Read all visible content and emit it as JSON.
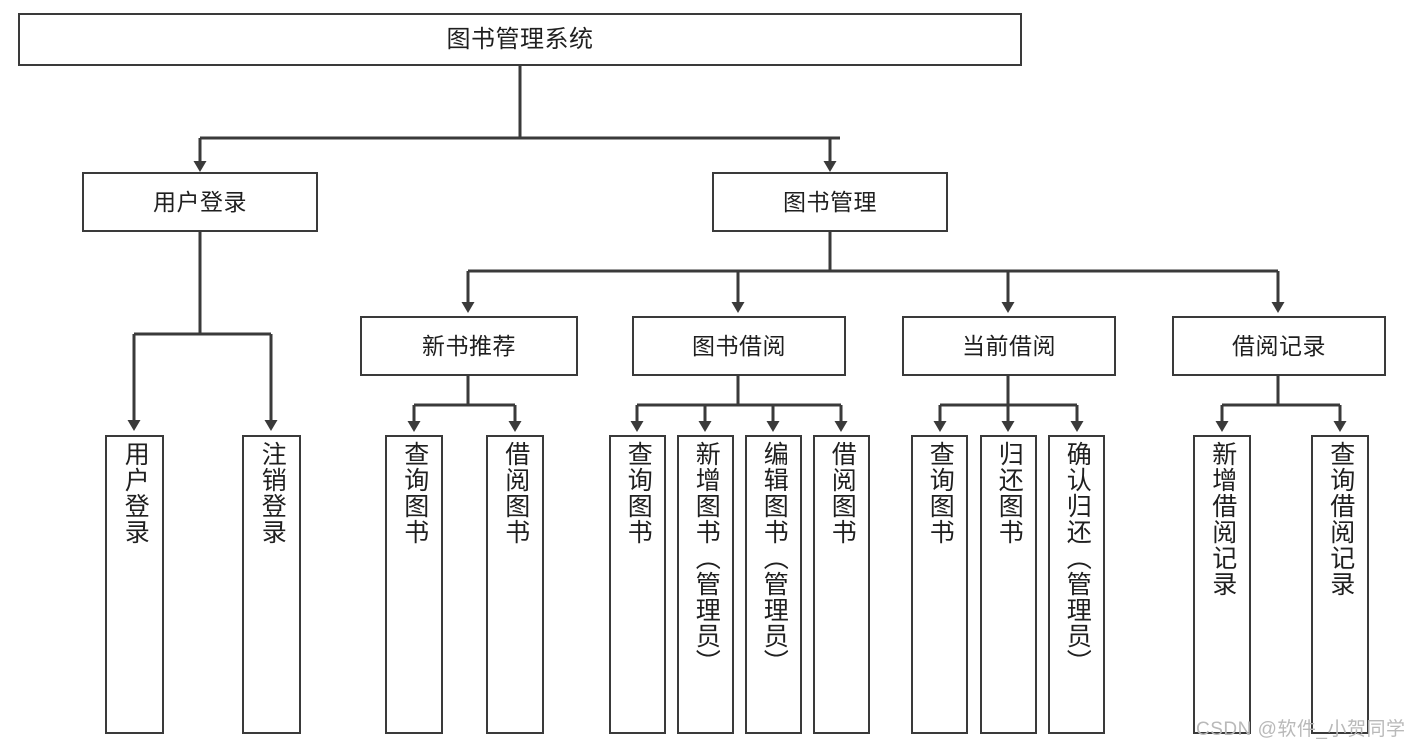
{
  "diagram": {
    "title": "图书管理系统",
    "type": "tree",
    "watermark": "CSDN @软件_小贺同学",
    "edge_color": "#3a3a3a",
    "box_border_color": "#3a3a3a",
    "box_fill_color": "#ffffff",
    "text_color": "#1f1f1f",
    "watermark_color": "#b9b9b9"
  },
  "nodes": {
    "root": {
      "label": "图书管理系统",
      "level": 0
    },
    "user_login": {
      "label": "用户登录",
      "level": 1
    },
    "book_manage": {
      "label": "图书管理",
      "level": 1
    },
    "new_book_rec": {
      "label": "新书推荐",
      "level": 2
    },
    "book_borrow": {
      "label": "图书借阅",
      "level": 2
    },
    "current_borrow": {
      "label": "当前借阅",
      "level": 2
    },
    "borrow_record": {
      "label": "借阅记录",
      "level": 2
    },
    "leaf_user_login": {
      "label": "用户登录",
      "level": 2
    },
    "leaf_logout": {
      "label": "注销登录",
      "level": 2
    },
    "leaf_query_book_a": {
      "label": "查询图书",
      "level": 3
    },
    "leaf_borrow_book_a": {
      "label": "借阅图书",
      "level": 3
    },
    "leaf_query_book_b": {
      "label": "查询图书",
      "level": 3
    },
    "leaf_add_book": {
      "label": "新增图书（管理员）",
      "level": 3
    },
    "leaf_edit_book": {
      "label": "编辑图书（管理员）",
      "level": 3
    },
    "leaf_borrow_book_b": {
      "label": "借阅图书",
      "level": 3
    },
    "leaf_query_book_c": {
      "label": "查询图书",
      "level": 3
    },
    "leaf_return_book": {
      "label": "归还图书",
      "level": 3
    },
    "leaf_confirm_return": {
      "label": "确认归还（管理员）",
      "level": 3
    },
    "leaf_add_record": {
      "label": "新增借阅记录",
      "level": 3
    },
    "leaf_query_record": {
      "label": "查询借阅记录",
      "level": 3
    }
  },
  "edges": [
    {
      "from": "root",
      "to": "user_login"
    },
    {
      "from": "root",
      "to": "book_manage"
    },
    {
      "from": "user_login",
      "to": "leaf_user_login"
    },
    {
      "from": "user_login",
      "to": "leaf_logout"
    },
    {
      "from": "book_manage",
      "to": "new_book_rec"
    },
    {
      "from": "book_manage",
      "to": "book_borrow"
    },
    {
      "from": "book_manage",
      "to": "current_borrow"
    },
    {
      "from": "book_manage",
      "to": "borrow_record"
    },
    {
      "from": "new_book_rec",
      "to": "leaf_query_book_a"
    },
    {
      "from": "new_book_rec",
      "to": "leaf_borrow_book_a"
    },
    {
      "from": "book_borrow",
      "to": "leaf_query_book_b"
    },
    {
      "from": "book_borrow",
      "to": "leaf_add_book"
    },
    {
      "from": "book_borrow",
      "to": "leaf_edit_book"
    },
    {
      "from": "book_borrow",
      "to": "leaf_borrow_book_b"
    },
    {
      "from": "current_borrow",
      "to": "leaf_query_book_c"
    },
    {
      "from": "current_borrow",
      "to": "leaf_return_book"
    },
    {
      "from": "current_borrow",
      "to": "leaf_confirm_return"
    },
    {
      "from": "borrow_record",
      "to": "leaf_add_record"
    },
    {
      "from": "borrow_record",
      "to": "leaf_query_record"
    }
  ]
}
